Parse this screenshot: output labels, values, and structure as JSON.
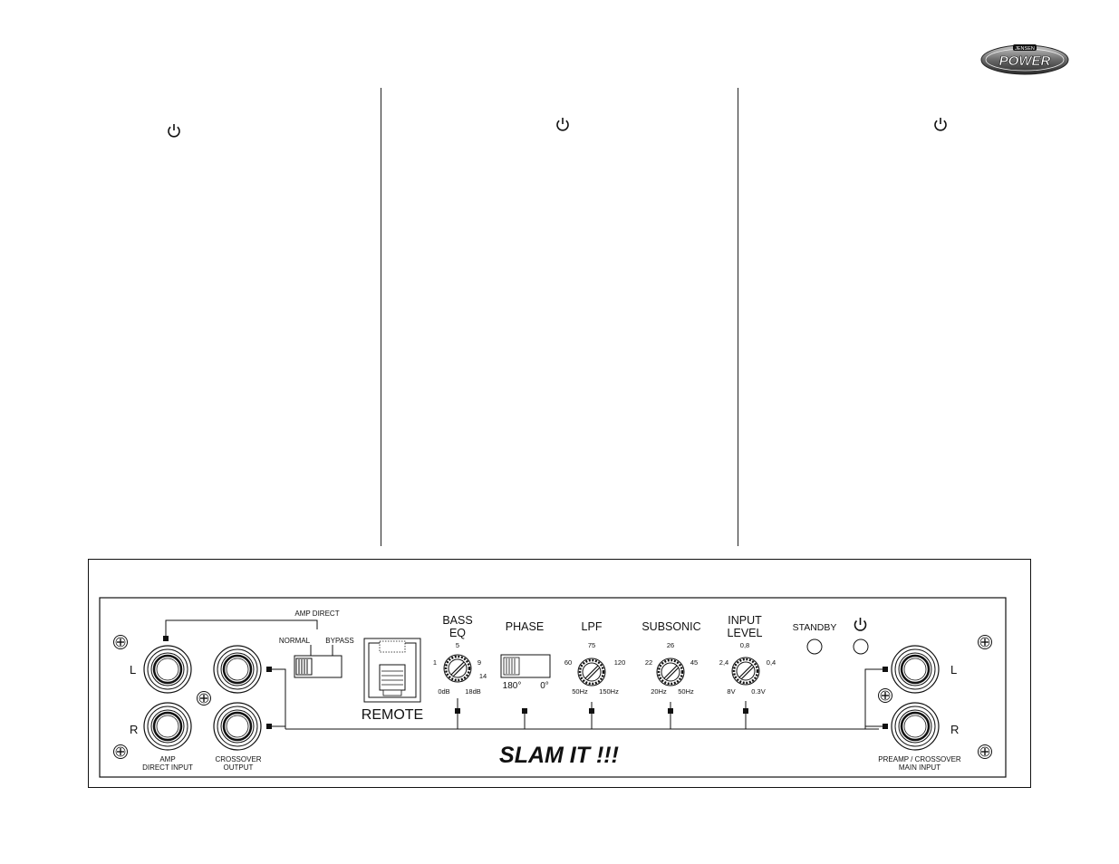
{
  "brand": {
    "logo_small": "JENSEN",
    "logo_main": "POWER"
  },
  "panel": {
    "amp_direct_label": "AMP DIRECT",
    "normal_label": "NORMAL",
    "bypass_label": "BYPASS",
    "left_label": "L",
    "right_label": "R",
    "amp_direct_input_line1": "AMP",
    "amp_direct_input_line2": "DIRECT INPUT",
    "crossover_output_line1": "CROSSOVER",
    "crossover_output_line2": "OUTPUT",
    "remote_label": "REMOTE",
    "bass_eq_line1": "BASS",
    "bass_eq_line2": "EQ",
    "bass_eq_ticks": {
      "t5": "5",
      "t1": "1",
      "t9": "9",
      "t14": "14",
      "min": "0dB",
      "max": "18dB"
    },
    "phase_label": "PHASE",
    "phase_ticks": {
      "left": "180°",
      "right": "0°"
    },
    "lpf_label": "LPF",
    "lpf_ticks": {
      "top": "75",
      "left": "60",
      "right": "120",
      "min": "50Hz",
      "max": "150Hz"
    },
    "subsonic_label": "SUBSONIC",
    "subsonic_ticks": {
      "top": "26",
      "left": "22",
      "right": "45",
      "min": "20Hz",
      "max": "50Hz"
    },
    "input_level_line1": "INPUT",
    "input_level_line2": "LEVEL",
    "input_level_ticks": {
      "top": "0,8",
      "left": "2,4",
      "right": "0,4",
      "min": "8V",
      "max": "0.3V"
    },
    "standby_label": "STANDBY",
    "preamp_input_line1": "PREAMP / CROSSOVER",
    "preamp_input_line2": "MAIN INPUT",
    "slogan": "SLAM IT !!!"
  }
}
